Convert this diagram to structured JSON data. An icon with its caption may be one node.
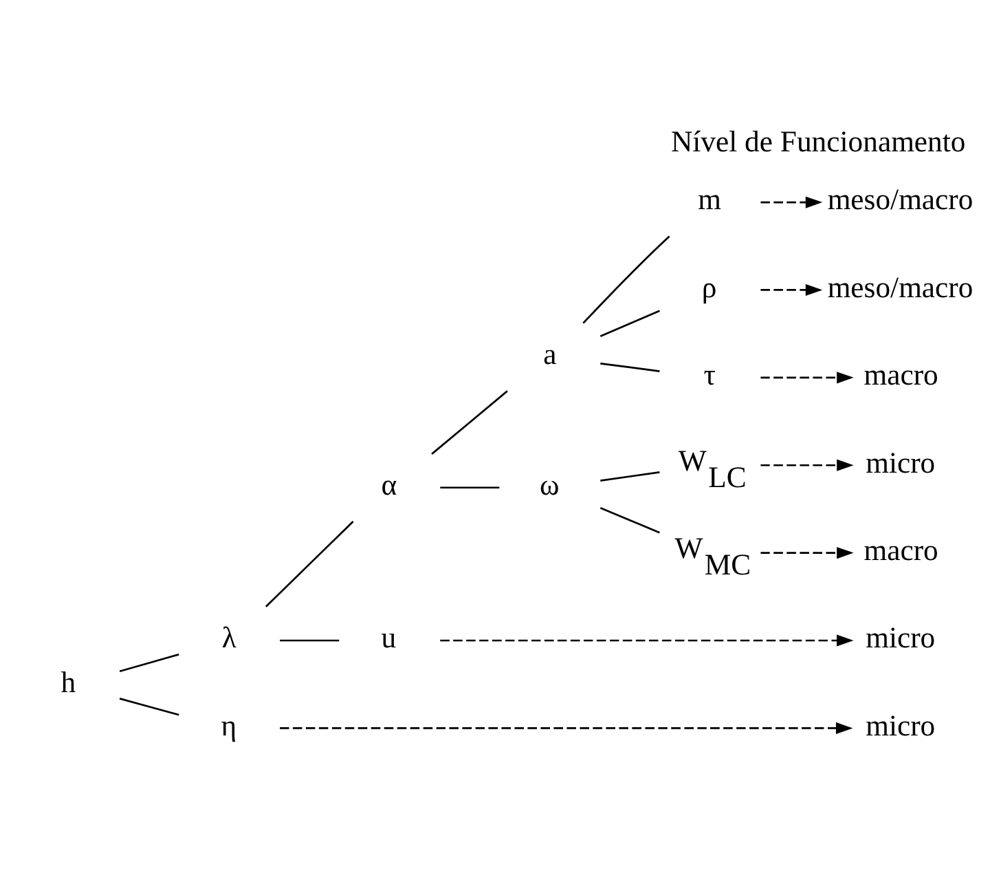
{
  "diagram": {
    "title": "Nível de Funcionamento",
    "nodes": [
      {
        "text": [
          "h"
        ]
      },
      {
        "text": [
          "λ"
        ]
      },
      {
        "text": [
          "α"
        ]
      },
      {
        "text": [
          "a"
        ]
      },
      {
        "text": [
          "m"
        ]
      },
      {
        "text": [
          "ρ"
        ]
      },
      {
        "text": [
          "τ"
        ]
      },
      {
        "text": [
          "ω"
        ]
      },
      {
        "text": [
          "W$_{LC}$"
        ]
      },
      {
        "text": [
          "W$_{MC}$"
        ]
      },
      {
        "text": [
          "u"
        ]
      },
      {
        "text": [
          "η"
        ]
      },
      {
        "text": [
          "meso/macro"
        ]
      },
      {
        "text": [
          "meso/macro"
        ]
      },
      {
        "text": [
          "macro"
        ]
      },
      {
        "text": [
          "micro"
        ]
      },
      {
        "text": [
          "macro"
        ]
      },
      {
        "text": [
          "micro"
        ]
      },
      {
        "text": [
          "micro"
        ]
      }
    ],
    "edges": [
      {
        "from": 0,
        "to": 1,
        "arrow": "none"
      },
      {
        "from": 0,
        "to": 11,
        "arrow": "none"
      },
      {
        "from": 1,
        "to": 2,
        "arrow": "none"
      },
      {
        "from": 1,
        "to": 10,
        "arrow": "none"
      },
      {
        "from": 2,
        "to": 3,
        "arrow": "none"
      },
      {
        "from": 2,
        "to": 7,
        "arrow": "none"
      },
      {
        "from": 3,
        "to": 4,
        "arrow": "none"
      },
      {
        "from": 3,
        "to": 5,
        "arrow": "none"
      },
      {
        "from": 3,
        "to": 6,
        "arrow": "none"
      },
      {
        "from": 7,
        "to": 8,
        "arrow": "none"
      },
      {
        "from": 7,
        "to": 9,
        "arrow": "none"
      },
      {
        "from": 4,
        "to": 12,
        "arrow": "to",
        "style": "dashed"
      },
      {
        "from": 5,
        "to": 13,
        "arrow": "to",
        "style": "dashed"
      },
      {
        "from": 6,
        "to": 14,
        "arrow": "to",
        "style": "dashed"
      },
      {
        "from": 8,
        "to": 15,
        "arrow": "to",
        "style": "dashed"
      },
      {
        "from": 9,
        "to": 16,
        "arrow": "to",
        "style": "dashed"
      },
      {
        "from": 10,
        "to": 17,
        "arrow": "to",
        "style": "dashed"
      },
      {
        "from": 11,
        "to": 18,
        "arrow": "to",
        "style": "dashed"
      }
    ]
  }
}
